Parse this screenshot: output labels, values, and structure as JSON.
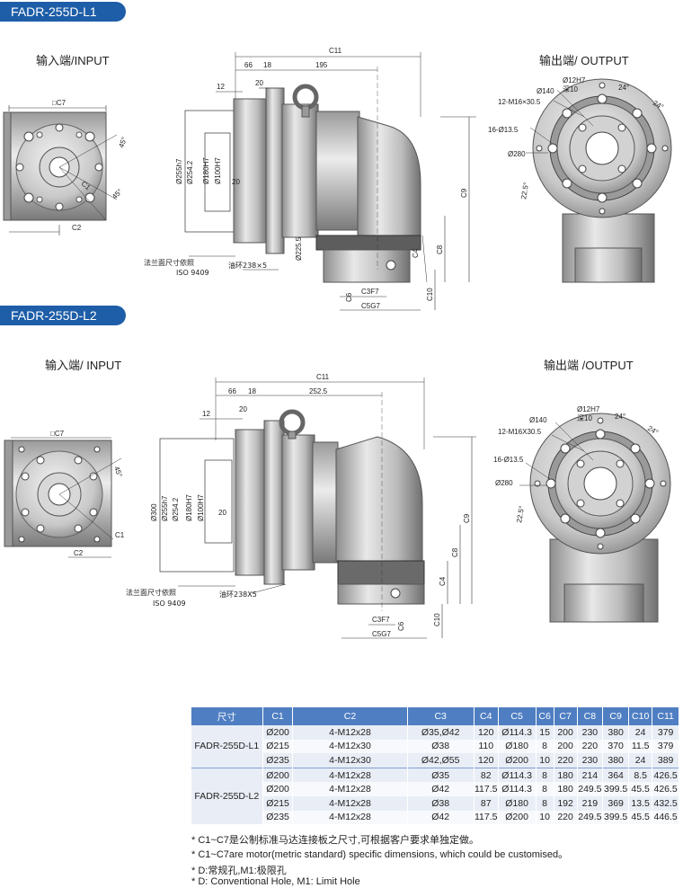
{
  "sections": [
    {
      "model": "FADR-255D-L1",
      "input_title": "输入端/INPUT",
      "output_title": "输出端/ OUTPUT",
      "input_dims": {
        "square": "□C7",
        "angle1": "45°",
        "angle2": "45°",
        "c1": "C1",
        "c2": "C2"
      },
      "side_dims": {
        "c11": "C11",
        "d66": "66",
        "d18": "18",
        "d195": "195",
        "d12": "12",
        "d20a": "20",
        "d20b": "20",
        "phi255": "Ø255h7",
        "phi254": "Ø254.2",
        "phi180": "Ø180H7",
        "phi100": "Ø100H7",
        "phi225": "Ø225.5",
        "c9": "C9",
        "c8": "C8",
        "c4": "C4",
        "c6": "C6",
        "c3": "C3F7",
        "c5": "C5G7",
        "c10": "C10",
        "flange_note": "法兰面尺寸依照",
        "iso": "ISO 9409",
        "oil_ring": "油环238×5"
      },
      "output_dims": {
        "phi12": "Ø12H7",
        "depth": "深10",
        "phi140": "Ø140",
        "m16": "12-M16×30.5",
        "holes": "16-Ø13.5",
        "phi280": "Ø280",
        "a1": "24°",
        "a2": "24°",
        "a3": "22.5°"
      }
    },
    {
      "model": "FADR-255D-L2",
      "input_title": "输入端/ INPUT",
      "output_title": "输出端 /OUTPUT",
      "input_dims": {
        "square": "□C7",
        "angle1": "45°",
        "c1": "C1",
        "c2": "C2"
      },
      "side_dims": {
        "c11": "C11",
        "d66": "66",
        "d18": "18",
        "d252": "252.5",
        "d12": "12",
        "d20a": "20",
        "d20b": "20",
        "phi300": "Ø300",
        "phi255": "Ø255h7",
        "phi254": "Ø254.2",
        "phi180": "Ø180H7",
        "phi100": "Ø100H7",
        "c9": "C9",
        "c8": "C8",
        "c4": "C4",
        "c6": "C6",
        "c3": "C3F7",
        "c5": "C5G7",
        "c10": "C10",
        "flange_note": "法兰面尺寸依照",
        "iso": "ISO 9409",
        "oil_ring": "油环238X5"
      },
      "output_dims": {
        "phi12": "Ø12H7",
        "depth": "深10",
        "phi140": "Ø140",
        "m16": "12-M16X30.5",
        "holes": "16-Ø13.5",
        "phi280": "Ø280",
        "a1": "24°",
        "a2": "24°",
        "a3": "22.5°"
      }
    }
  ],
  "table": {
    "headers": [
      "尺寸",
      "C1",
      "C2",
      "C3",
      "C4",
      "C5",
      "C6",
      "C7",
      "C8",
      "C9",
      "C10",
      "C11"
    ],
    "groups": [
      {
        "model": "FADR-255D-L1",
        "rows": [
          [
            "Ø200",
            "4-M12x28",
            "Ø35,Ø42",
            "120",
            "Ø114.3",
            "15",
            "200",
            "230",
            "380",
            "24",
            "379"
          ],
          [
            "Ø215",
            "4-M12x30",
            "Ø38",
            "110",
            "Ø180",
            "8",
            "200",
            "220",
            "370",
            "11.5",
            "379"
          ],
          [
            "Ø235",
            "4-M12x30",
            "Ø42,Ø55",
            "120",
            "Ø200",
            "10",
            "220",
            "230",
            "380",
            "24",
            "389"
          ]
        ]
      },
      {
        "model": "FADR-255D-L2",
        "rows": [
          [
            "Ø200",
            "4-M12x28",
            "Ø35",
            "82",
            "Ø114.3",
            "8",
            "180",
            "214",
            "364",
            "8.5",
            "426.5"
          ],
          [
            "Ø200",
            "4-M12x28",
            "Ø42",
            "117.5",
            "Ø114.3",
            "8",
            "180",
            "249.5",
            "399.5",
            "45.5",
            "426.5"
          ],
          [
            "Ø215",
            "4-M12x28",
            "Ø38",
            "87",
            "Ø180",
            "8",
            "192",
            "219",
            "369",
            "13.5",
            "432.5"
          ],
          [
            "Ø235",
            "4-M12x28",
            "Ø42",
            "117.5",
            "Ø200",
            "10",
            "220",
            "249.5",
            "399.5",
            "45.5",
            "446.5"
          ]
        ]
      }
    ]
  },
  "footnotes": [
    "* C1~C7是公制标准马达连接板之尺寸,可根据客户要求单独定做。",
    "* C1~C7are motor(metric standard)  specific dimensions, which could be customised。",
    "* D:常规孔,M1:极限孔",
    "* D: Conventional Hole, M1: Limit Hole"
  ],
  "colors": {
    "banner": "#1e5ea8",
    "table_header": "#4f7fc2",
    "row_light": "#f7f9fc",
    "row_dark": "#e9eef6"
  }
}
